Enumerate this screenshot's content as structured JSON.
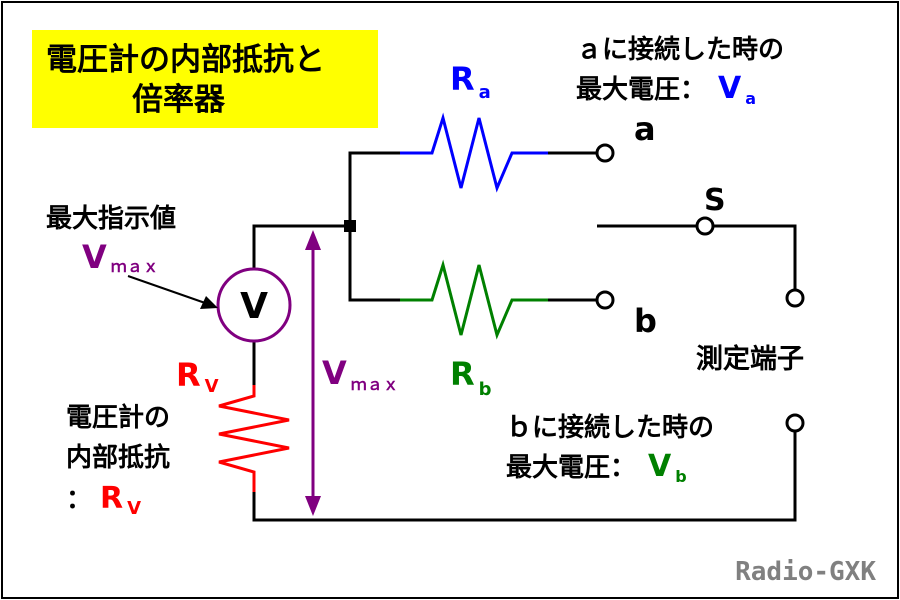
{
  "title": {
    "line1": "電圧計の内部抵抗と",
    "line2": "倍率器"
  },
  "max_reading": {
    "label": "最大指示値",
    "v": "V",
    "sub": "ｍａｘ"
  },
  "meter": {
    "symbol": "V"
  },
  "rv": {
    "r": "R",
    "sub": "V"
  },
  "ra": {
    "r": "R",
    "sub": "a"
  },
  "rb": {
    "r": "R",
    "sub": "b"
  },
  "vmax": {
    "v": "V",
    "sub": "ｍａｘ"
  },
  "internal_resistance": {
    "line1": "電圧計の",
    "line2": "内部抵抗",
    "colon": "：",
    "r": "R",
    "sub": "V"
  },
  "voltage_a": {
    "line1": "ａに接続した時の",
    "line2": "最大電圧：",
    "v": "V",
    "sub": "a"
  },
  "voltage_b": {
    "line1": "ｂに接続した時の",
    "line2": "最大電圧：",
    "v": "V",
    "sub": "b"
  },
  "terminal_a": "a",
  "terminal_b": "b",
  "switch_label": "S",
  "measurement_terminal": "測定端子",
  "watermark": "Radio-GXK",
  "colors": {
    "ra": "#0000ff",
    "rb": "#008000",
    "rv": "#ff0000",
    "meter": "#800080",
    "vmax": "#800080",
    "title_bg": "#ffff00",
    "wire": "#000000",
    "watermark": "#808080",
    "border": "#000000"
  }
}
